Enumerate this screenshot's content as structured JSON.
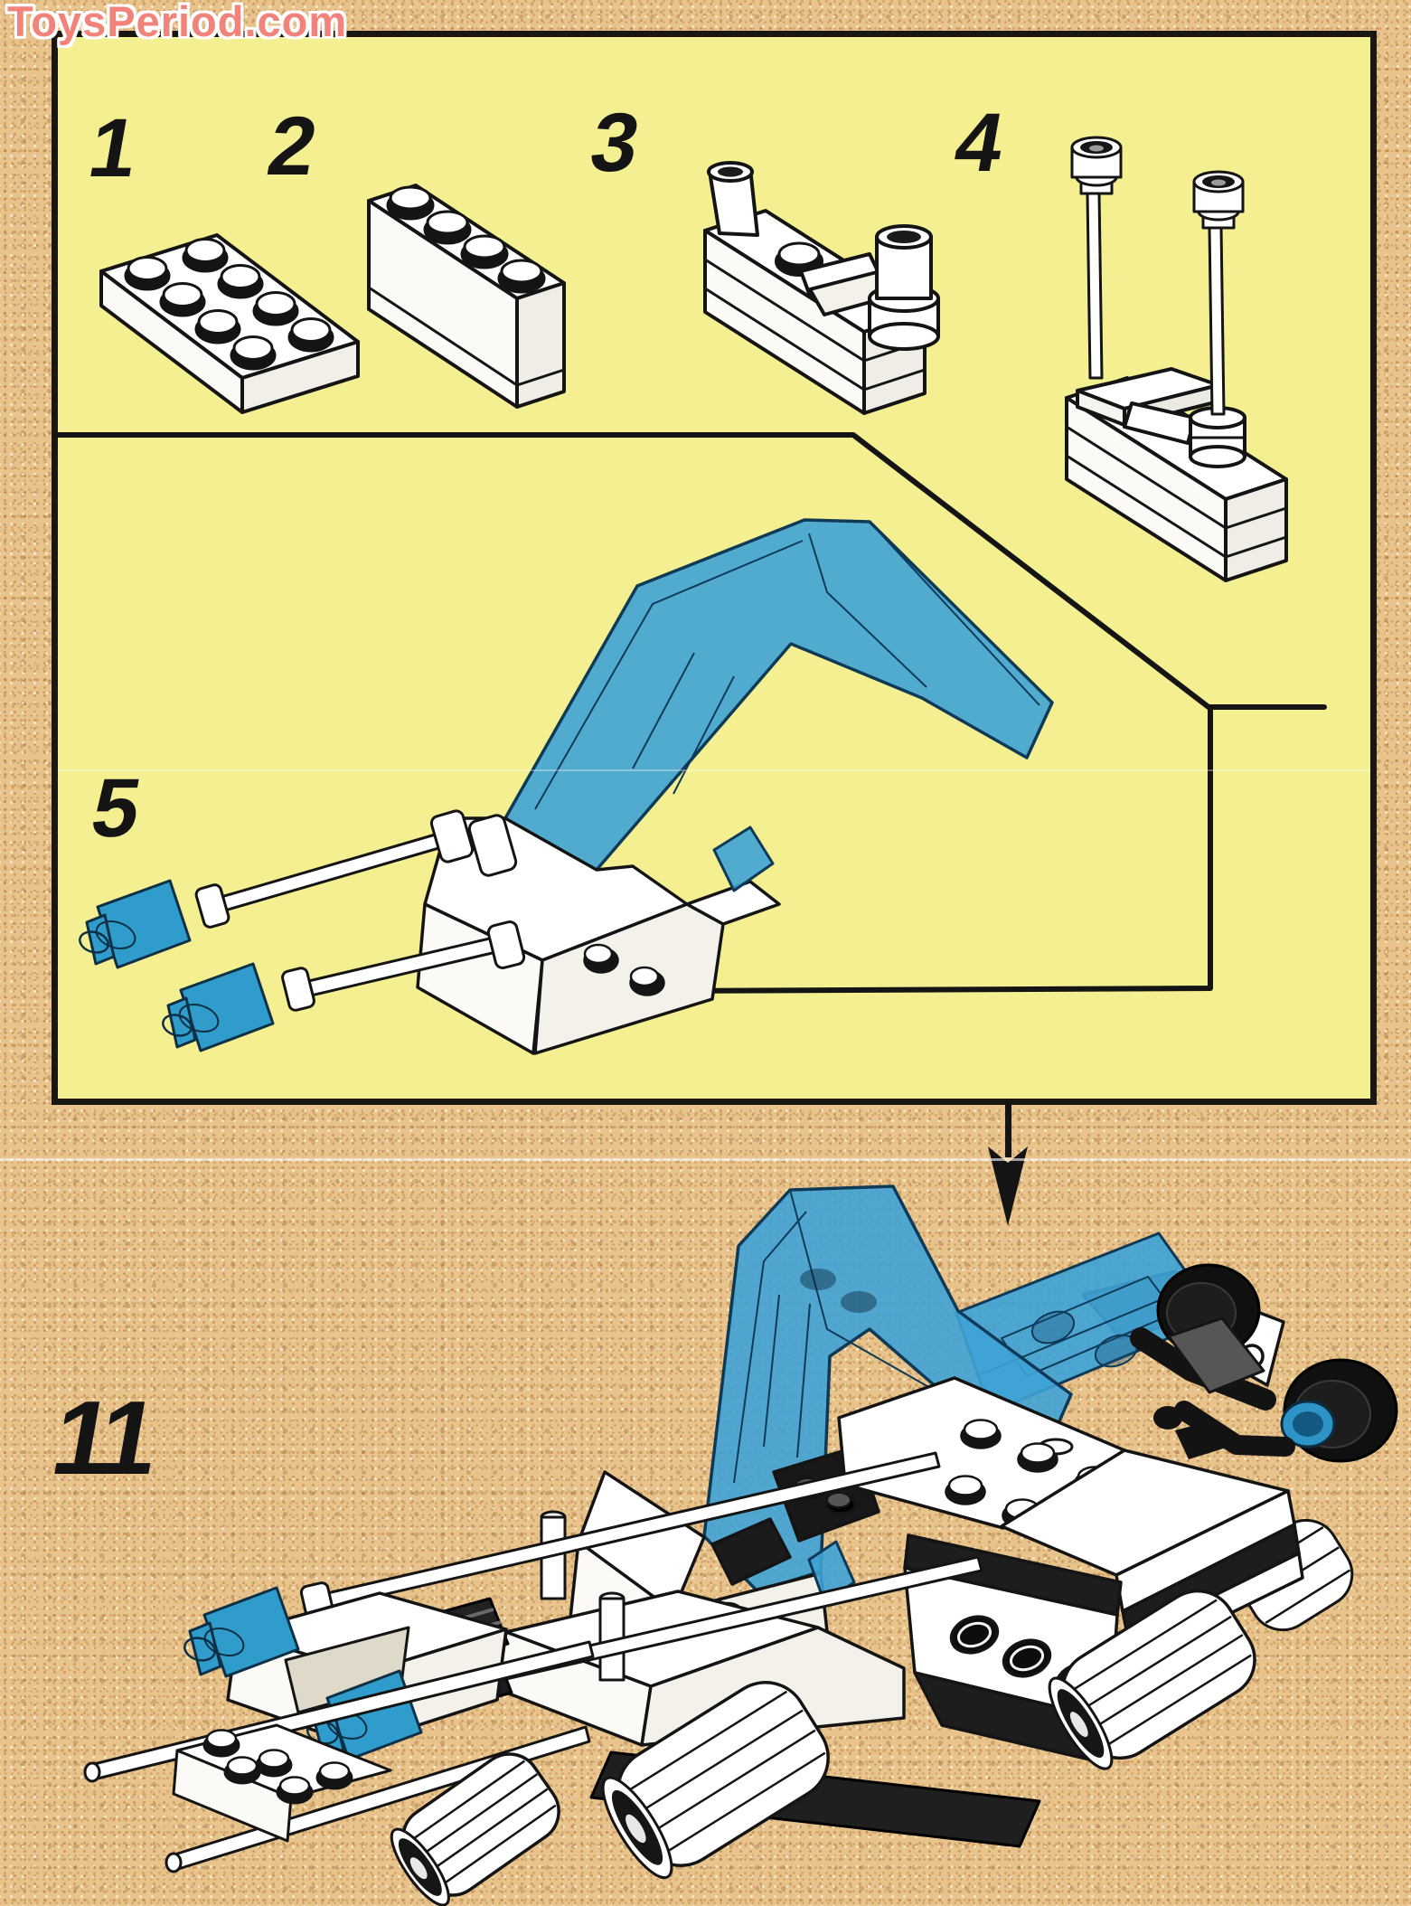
{
  "watermark": {
    "text": "ToysPeriod.com"
  },
  "steps": {
    "s1": "1",
    "s2": "2",
    "s3": "3",
    "s4": "4",
    "s5": "5",
    "s11": "11"
  },
  "icons": {
    "left_arrow": "assembly-direction-left-arrow",
    "down_arrow": "assembly-flow-down-arrow"
  },
  "colors": {
    "sand_background": "#e8c48c",
    "panel_yellow": "#f4ef90",
    "panel_border": "#1a1612",
    "transparent_blue": "#3fa3d6",
    "cone_blue": "#2f9ccb",
    "logo_pink": "#f2837b",
    "line_black": "#141414",
    "part_white": "#ffffff",
    "part_black": "#161616"
  }
}
